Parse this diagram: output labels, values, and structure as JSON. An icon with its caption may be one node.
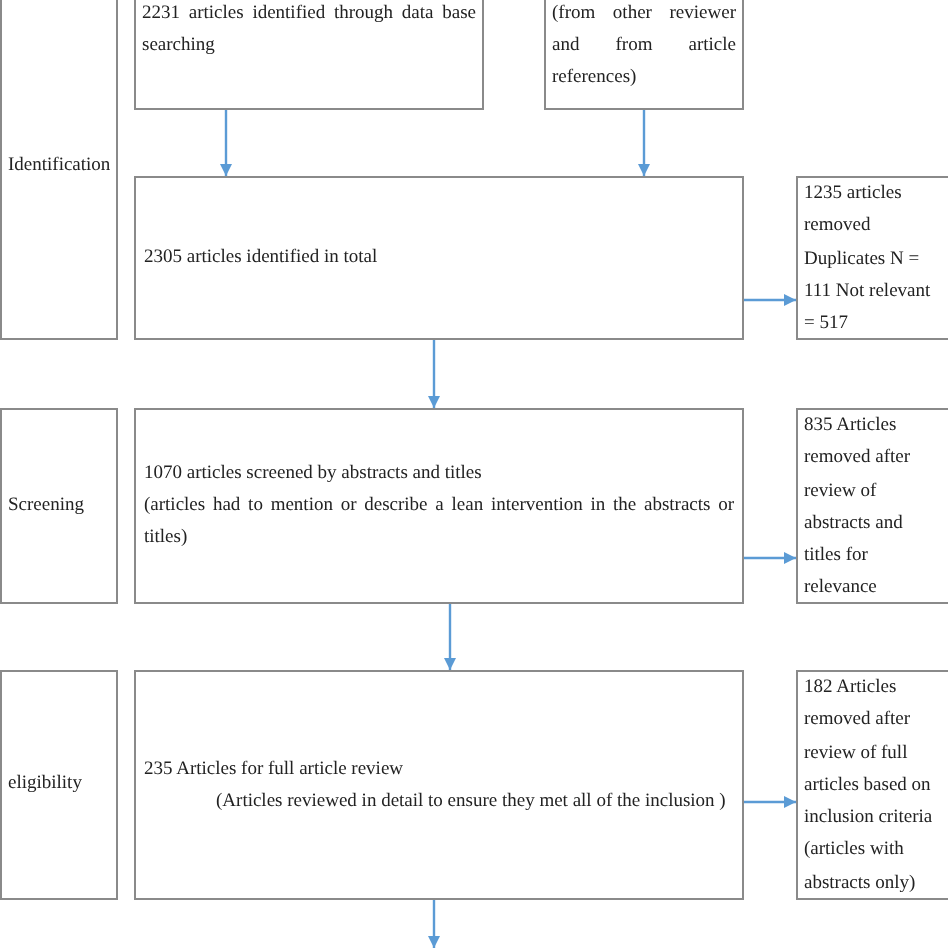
{
  "diagram": {
    "nodes": [
      {
        "text": [
          "Identification"
        ]
      },
      {
        "text": [
          "2231 articles identified through data base searching"
        ]
      },
      {
        "text": [
          "(from other reviewer and from article references)"
        ]
      },
      {
        "text": [
          "2305 articles identified in total"
        ]
      },
      {
        "text": [
          "1235 articles removed Duplicates N = 111 Not relevant = 517"
        ]
      },
      {
        "text": [
          "Screening"
        ]
      },
      {
        "text": [
          "1070 articles screened by abstracts and titles",
          "(articles had to mention or describe a lean intervention in the abstracts or titles)"
        ]
      },
      {
        "text": [
          "835 Articles removed after review of abstracts and titles for relevance"
        ]
      },
      {
        "text": [
          "eligibility"
        ]
      },
      {
        "text": [
          "235 Articles for full article review",
          "(Articles reviewed in detail to ensure they met all of the inclusion )"
        ]
      },
      {
        "text": [
          "182 Articles removed after review of full articles based on inclusion criteria (articles with abstracts only)"
        ]
      }
    ],
    "edges": [
      {
        "from": 1,
        "to": 3,
        "arrow": "to"
      },
      {
        "from": 2,
        "to": 3,
        "arrow": "to"
      },
      {
        "from": 3,
        "to": 4,
        "arrow": "to"
      },
      {
        "from": 3,
        "to": 6,
        "arrow": "to"
      },
      {
        "from": 6,
        "to": 7,
        "arrow": "to"
      },
      {
        "from": 6,
        "to": 9,
        "arrow": "to"
      },
      {
        "from": 9,
        "to": 10,
        "arrow": "to"
      },
      {
        "from": 9,
        "to": null,
        "arrow": "to"
      }
    ]
  }
}
